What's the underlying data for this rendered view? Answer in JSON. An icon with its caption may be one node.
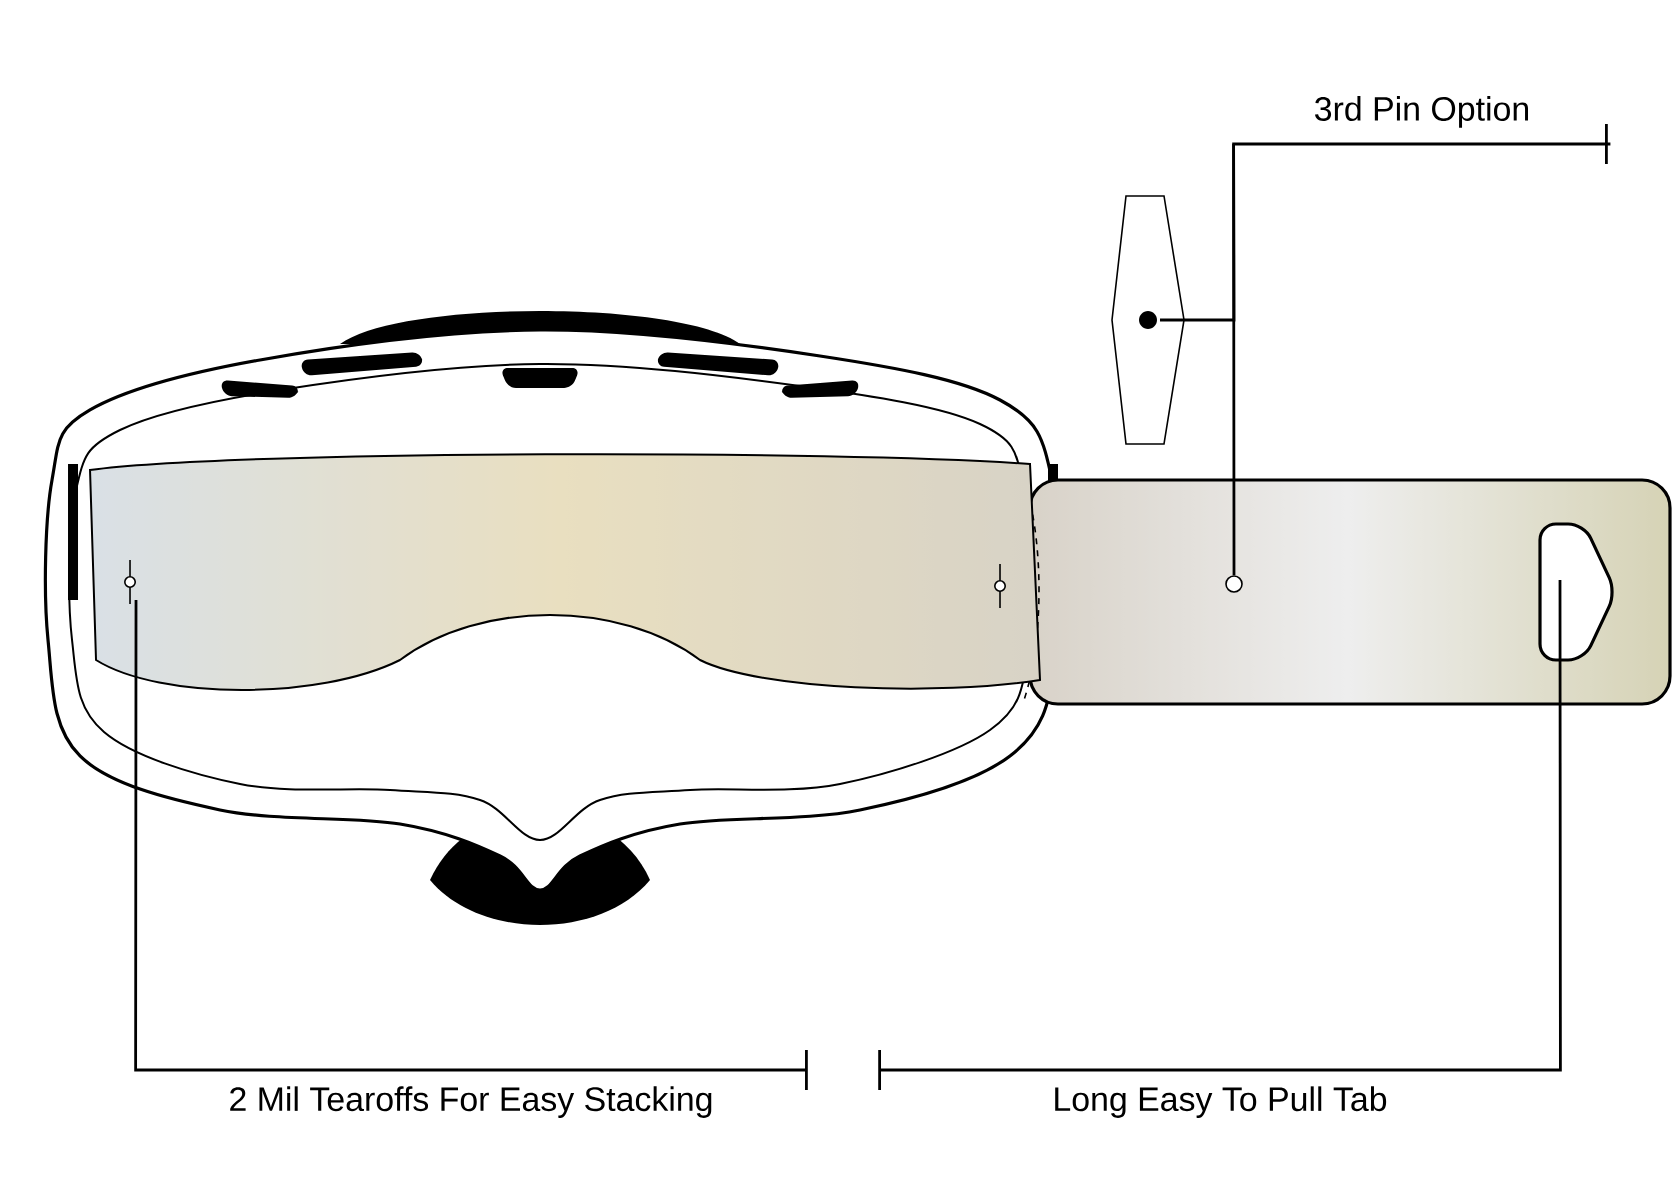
{
  "diagram": {
    "nodes": [
      {
        "text": [
          "3rd Pin Option"
        ]
      },
      {
        "text": [],
        "shape": "picture"
      },
      {
        "text": [],
        "shape": "circle",
        "in": 1
      },
      {
        "text": [],
        "shape": "picture"
      },
      {
        "text": [
          "2 Mil Tearoffs For Easy Stacking"
        ]
      },
      {
        "text": [],
        "shape": "picture"
      },
      {
        "text": [
          "Long Easy To Pull Tab"
        ]
      }
    ],
    "edges": [
      {
        "from": 0,
        "to": 2,
        "arrow": "none"
      },
      {
        "from": 0,
        "to": 3,
        "arrow": "none"
      },
      {
        "from": 4,
        "to": 5,
        "arrow": "none"
      },
      {
        "from": 6,
        "to": 1,
        "arrow": "none"
      }
    ]
  }
}
